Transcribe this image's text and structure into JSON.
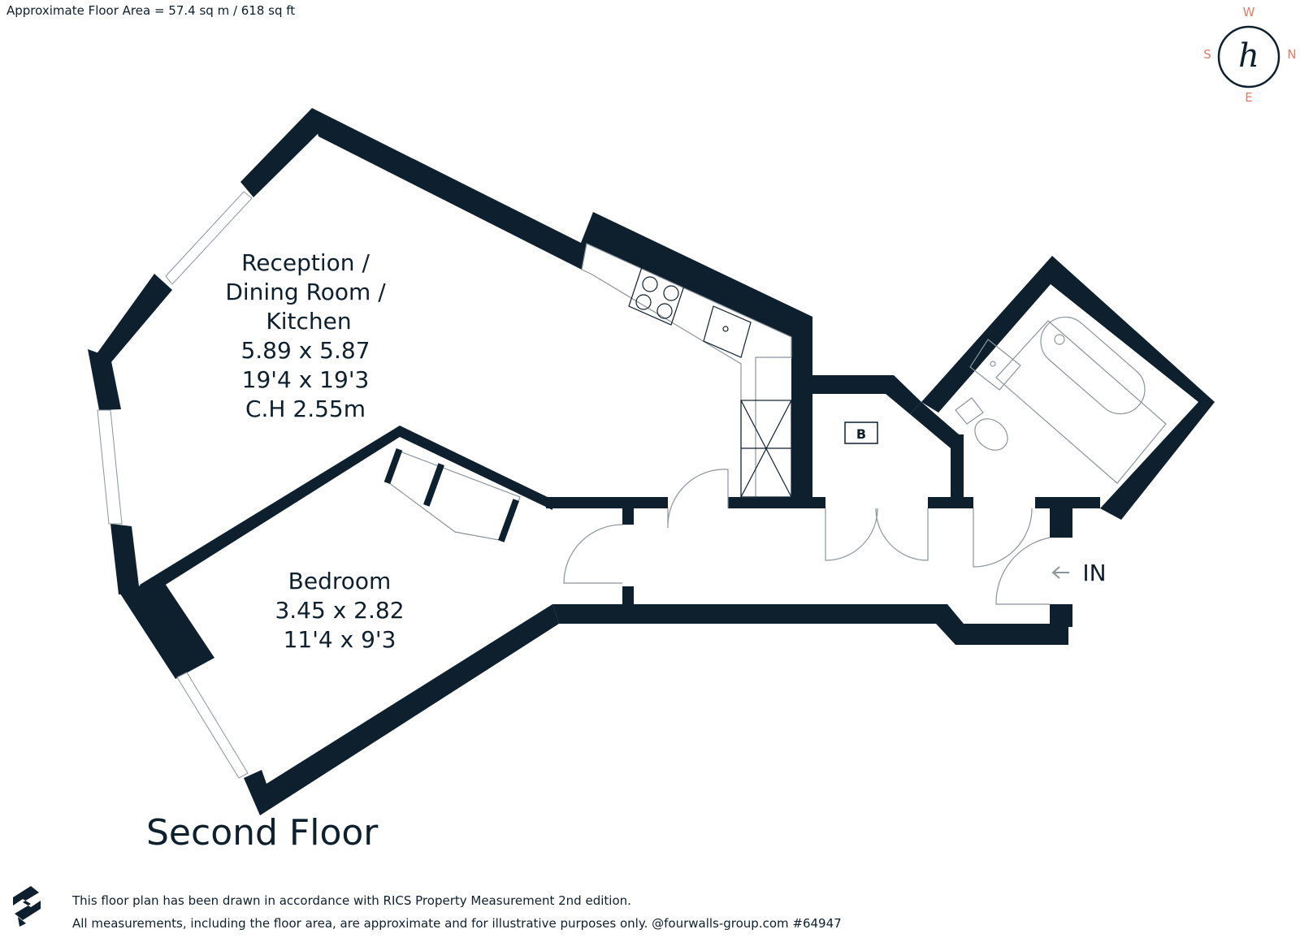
{
  "header": {
    "area_label": "Approximate Floor Area = 57.4 sq m / 618 sq ft"
  },
  "compass": {
    "north": "N",
    "south": "S",
    "east": "E",
    "west": "W",
    "logo_letter": "h",
    "accent_color": "#e07b66"
  },
  "rooms": {
    "reception": {
      "line1": "Reception /",
      "line2": "Dining Room /",
      "line3": "Kitchen",
      "metric": "5.89 x 5.87",
      "imperial": "19'4 x 19'3",
      "ceiling": "C.H 2.55m"
    },
    "bedroom": {
      "name": "Bedroom",
      "metric": "3.45 x 2.82",
      "imperial": "11'4 x 9'3"
    },
    "boiler": {
      "label": "B"
    },
    "entrance": {
      "label": "IN"
    }
  },
  "footer": {
    "floor_title": "Second Floor",
    "disclaimer_1": "This floor plan has been drawn in accordance with RICS Property Measurement 2nd edition.",
    "disclaimer_2": "All measurements, including the floor area, are approximate and for illustrative purposes only. @fourwalls-group.com #64947"
  },
  "colors": {
    "wall": "#0e1f2e",
    "background": "#ffffff"
  }
}
